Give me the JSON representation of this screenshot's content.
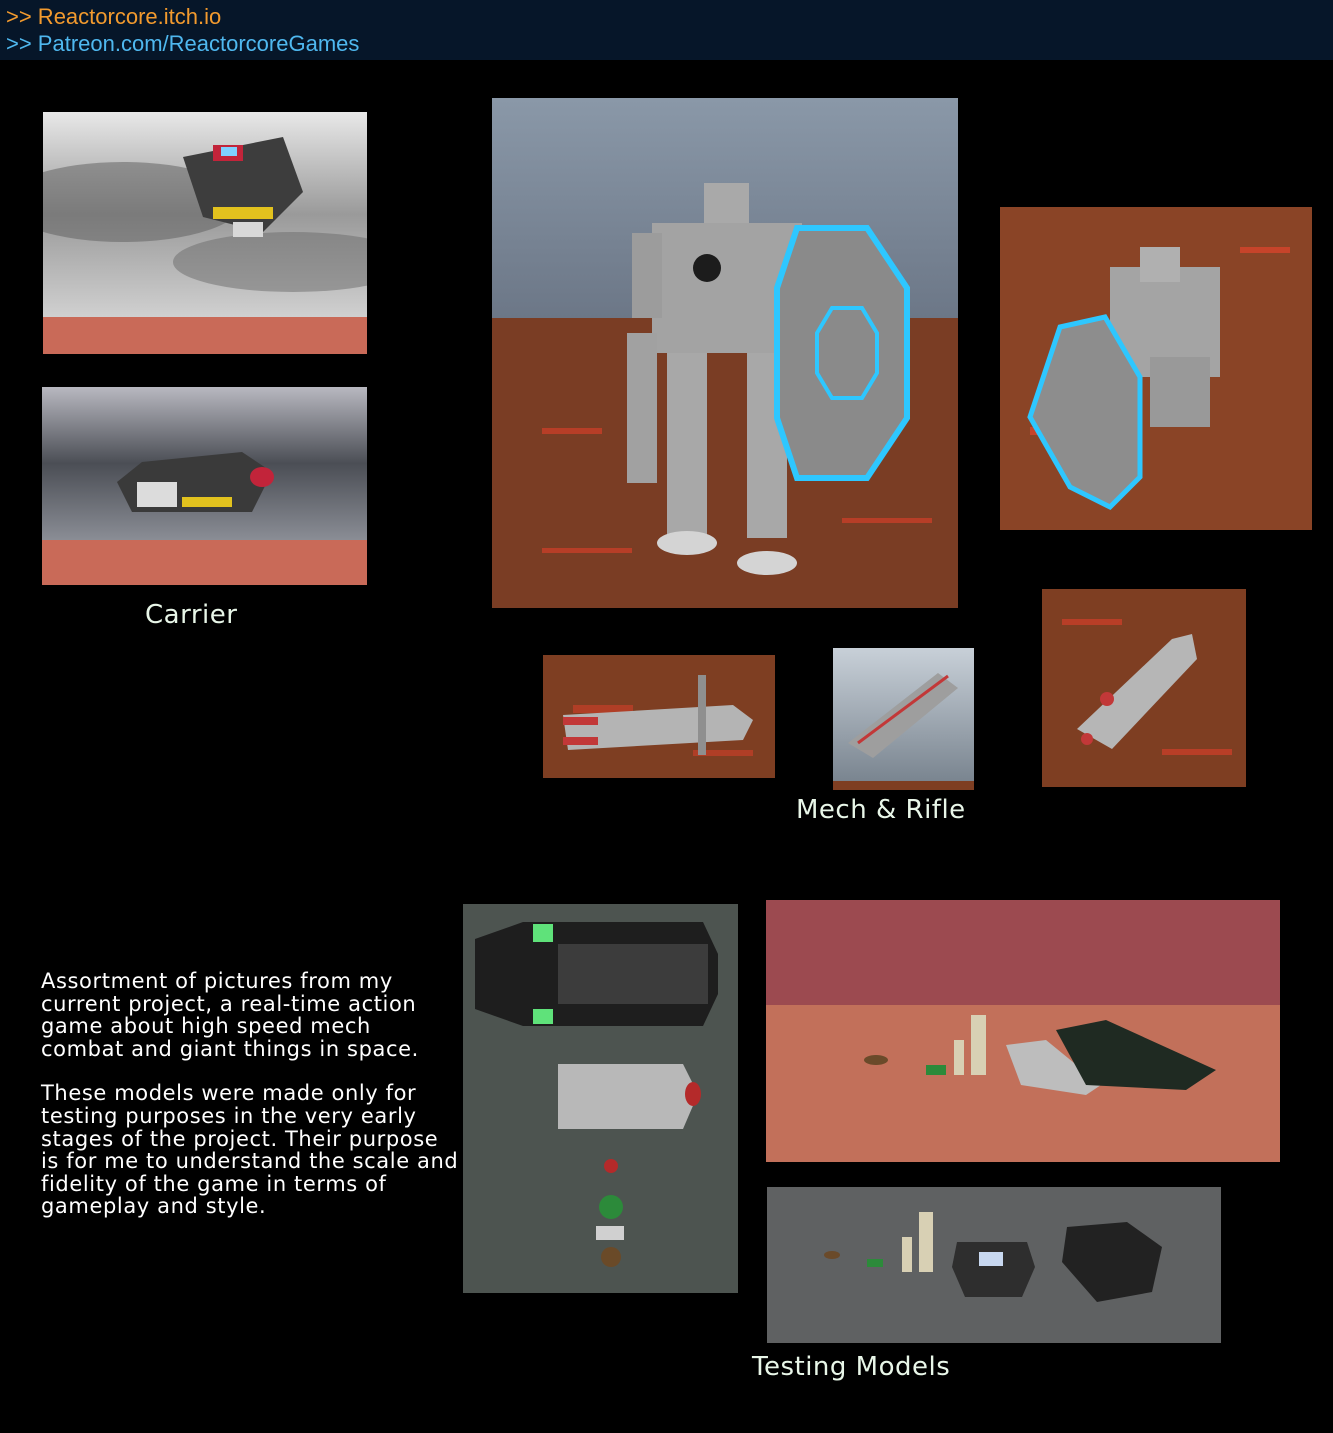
{
  "header": {
    "link_itch": ">> Reactorcore.itch.io",
    "link_patreon": ">> Patreon.com/ReactorcoreGames"
  },
  "sections": {
    "carrier_caption": "Carrier",
    "mech_caption": "Mech & Rifle",
    "testing_caption": "Testing Models"
  },
  "description": {
    "paragraph_1": "Assortment of pictures from my current project, a real-time action game about high speed mech combat and giant things in space.",
    "paragraph_2": "These models were made only for testing purposes in the very early stages of the project. Their purpose is for me to understand the scale and fidelity of the game in terms of gameplay and style."
  },
  "colors": {
    "header_bg": "#061629",
    "link_orange": "#f29a2e",
    "link_blue": "#4fb8ef",
    "caption_text": "#e8f6e8",
    "shield_glow": "#2ec7ff"
  }
}
